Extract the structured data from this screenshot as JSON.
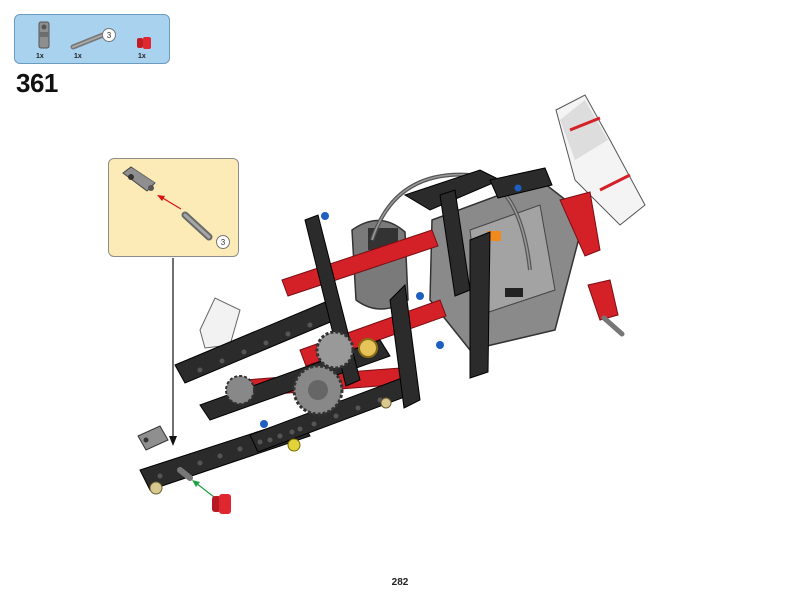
{
  "parts_list": {
    "items": [
      {
        "icon": "connector-peg-icon",
        "quantity": "1x"
      },
      {
        "icon": "axle-icon",
        "quantity": "1x",
        "length": "3"
      },
      {
        "icon": "bush-icon",
        "quantity": "1x"
      }
    ]
  },
  "step": {
    "number": "361"
  },
  "callout": {
    "axle_length": "3"
  },
  "page": {
    "number": "282"
  },
  "colors": {
    "parts_box_bg": "#a9d2ef",
    "callout_bg": "#fcebb6",
    "beam_black": "#2b2b2b",
    "beam_red": "#d42128",
    "part_grey": "#9a9a9a"
  }
}
